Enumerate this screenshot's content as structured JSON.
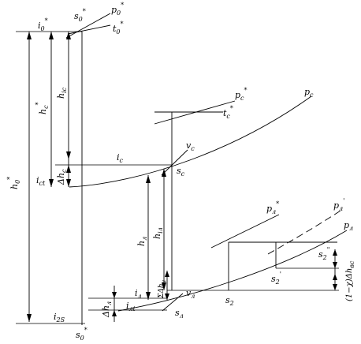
{
  "labels": {
    "i0_star": {
      "main": "i",
      "sub": "0",
      "sup": "*"
    },
    "s0_star_top": {
      "main": "s",
      "sub": "0",
      "sup": "*"
    },
    "p0_star": {
      "main": "p",
      "sub": "0",
      "sup": "*"
    },
    "t0_star": {
      "main": "t",
      "sub": "0",
      "sup": "*"
    },
    "h0_star": {
      "main": "h",
      "sub": "0",
      "sup": "*"
    },
    "hc_star": {
      "main": "h",
      "sub": "c",
      "sup": "*"
    },
    "hic": {
      "main": "h",
      "sub": "ic"
    },
    "delta_hc": {
      "main": "Δh",
      "sub": "c"
    },
    "ict": {
      "main": "i",
      "sub": "ct"
    },
    "ic": {
      "main": "i",
      "sub": "c"
    },
    "vc": {
      "main": "v",
      "sub": "c"
    },
    "sc": {
      "main": "s",
      "sub": "c"
    },
    "pc_star": {
      "main": "p",
      "sub": "c",
      "sup": "*"
    },
    "tc_star": {
      "main": "t",
      "sub": "c",
      "sup": "*"
    },
    "pc": {
      "main": "p",
      "sub": "c"
    },
    "hl": {
      "main": "h",
      "sub": "л"
    },
    "hil": {
      "main": "h",
      "sub": "iл"
    },
    "sum_delta_h": {
      "main": "ΣΔh",
      "sub": "и"
    },
    "il": {
      "main": "i",
      "sub": "л"
    },
    "ilt": {
      "main": "i",
      "sub": "лt"
    },
    "delta_hl": {
      "main": "Δh",
      "sub": "л"
    },
    "vl": {
      "main": "v",
      "sub": "л"
    },
    "sl": {
      "main": "s",
      "sub": "л"
    },
    "s2": {
      "main": "s",
      "sub": "2"
    },
    "s2_prime": {
      "main": "s",
      "sub": "2",
      "sup": "'"
    },
    "s2_dprime": {
      "main": "s",
      "sub": "2",
      "sup": "\""
    },
    "pl_star": {
      "main": "p",
      "sub": "л",
      "sup": "*"
    },
    "pl_prime": {
      "main": "p",
      "sub": "л",
      "sup": "'"
    },
    "pl": {
      "main": "p",
      "sub": "л"
    },
    "i2s": {
      "main": "i",
      "sub": "2S"
    },
    "s0_star_bottom": {
      "main": "s",
      "sub": "0",
      "sup": "*"
    },
    "exit_loss": {
      "main": "(1−χ)Δh",
      "sub": "вc"
    }
  }
}
